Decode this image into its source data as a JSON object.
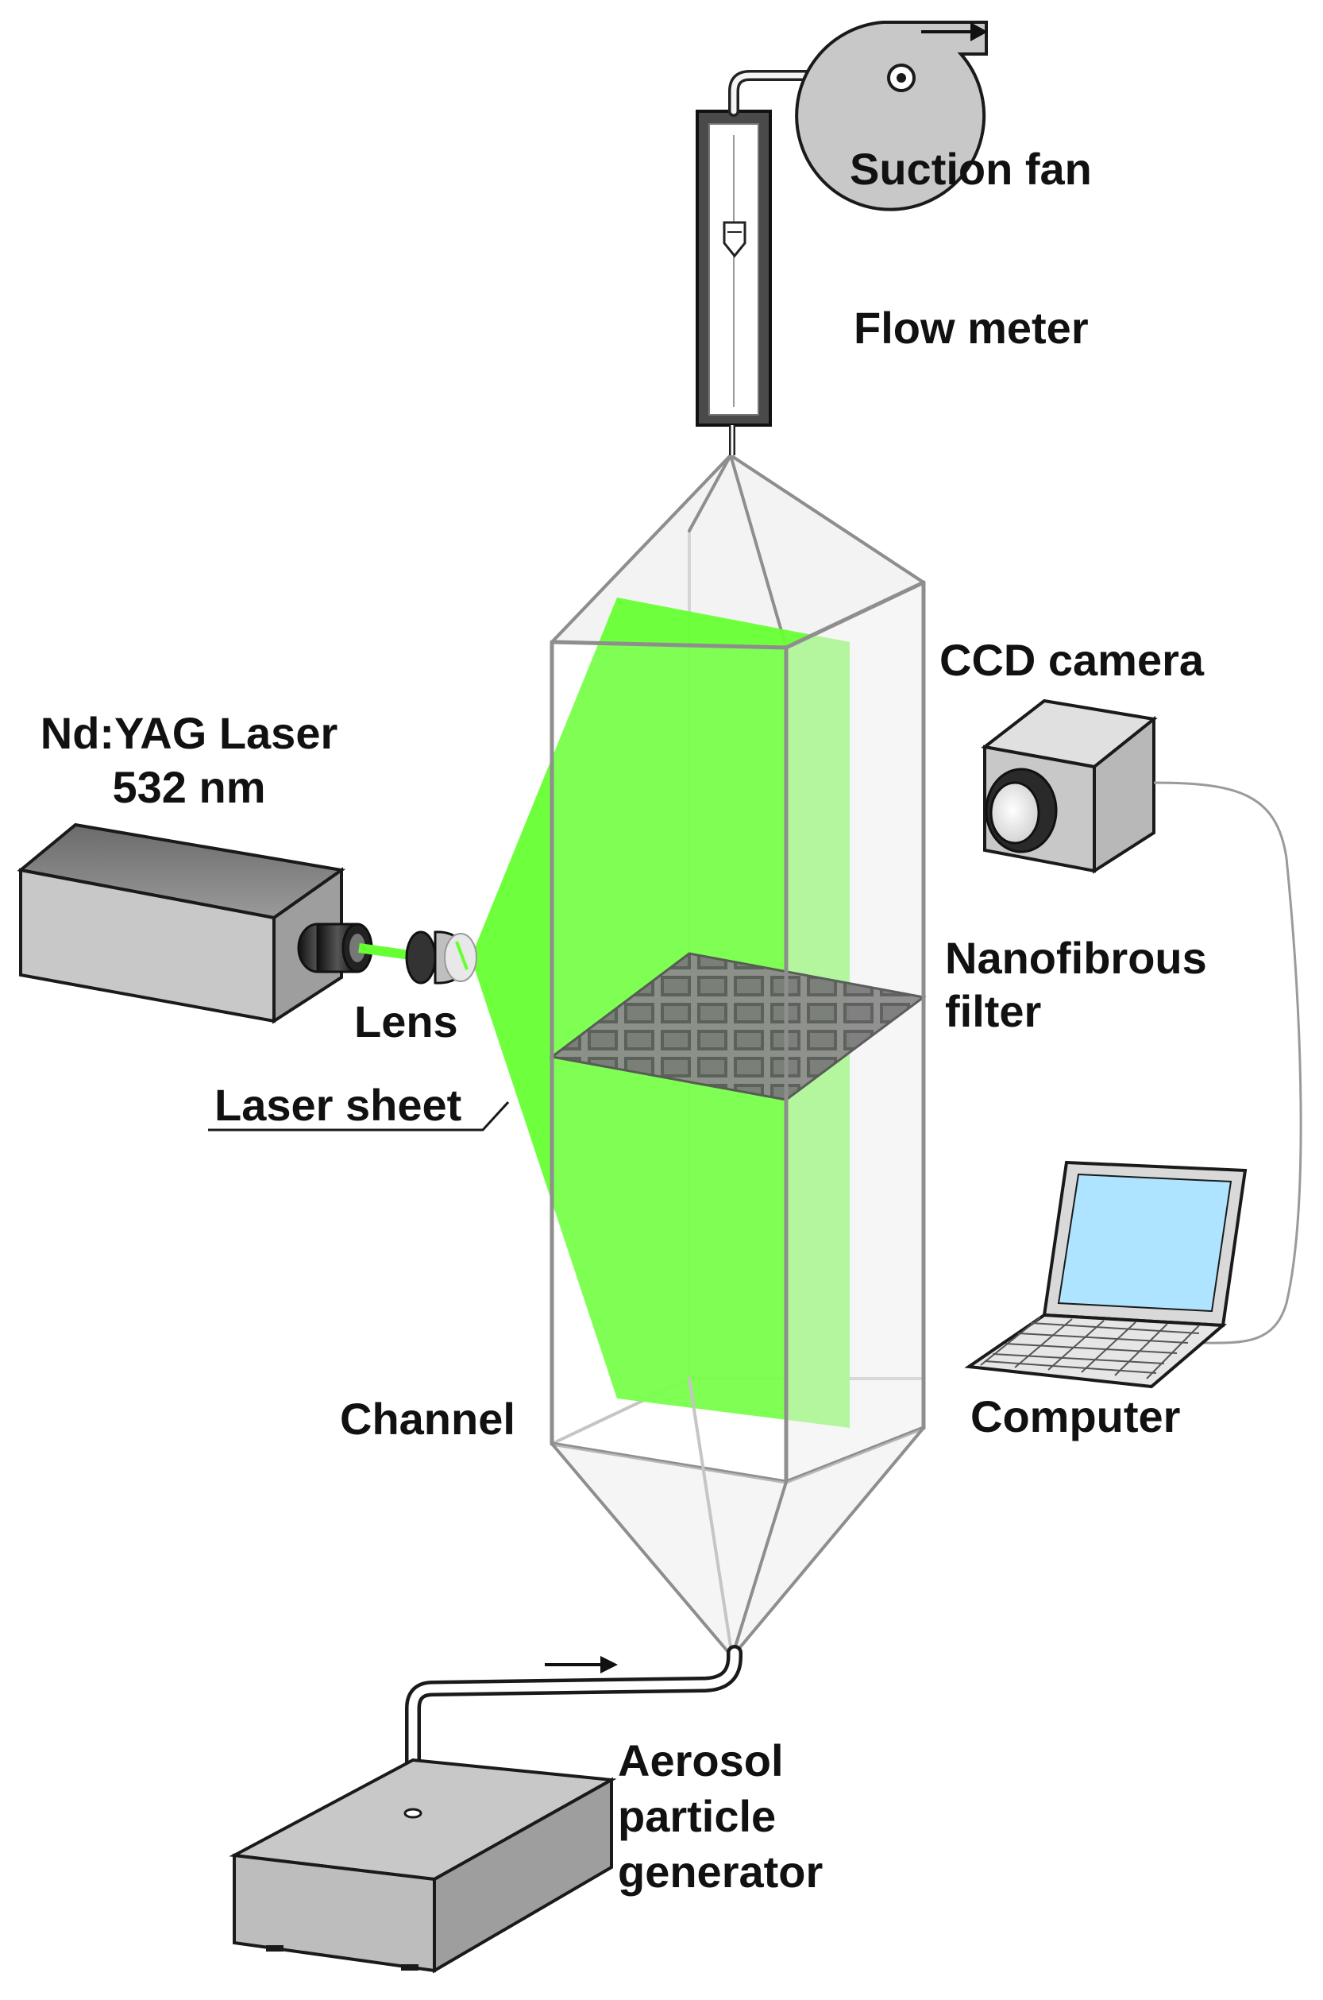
{
  "labels": {
    "suction_fan": "Suction fan",
    "flow_meter": "Flow meter",
    "ccd_camera": "CCD camera",
    "laser_line1": "Nd:YAG Laser",
    "laser_line2": "532 nm",
    "nanofibrous_line1": "Nanofibrous",
    "nanofibrous_line2": "filter",
    "lens": "Lens",
    "laser_sheet": "Laser sheet",
    "channel": "Channel",
    "computer": "Computer",
    "aerosol_line1": "Aerosol",
    "aerosol_line2": "particle",
    "aerosol_line3": "generator"
  },
  "colors": {
    "laser_green": "#66ff33",
    "device_gray": "#c8c8c8",
    "device_outline": "#1a1a1a",
    "channel_edge": "#9a9a9a",
    "screen_blue": "#aee4ff"
  },
  "icons": {
    "flow_arrow": "arrow-right-icon"
  }
}
